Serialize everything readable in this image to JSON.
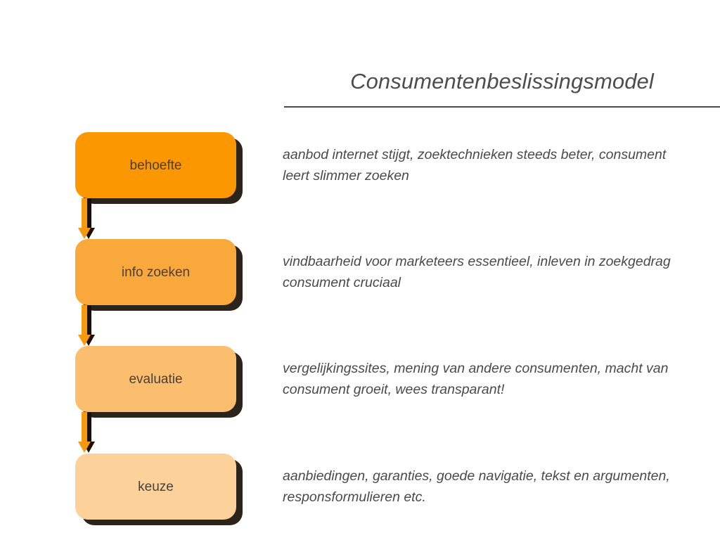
{
  "slide": {
    "title": "Consumentenbeslissingsmodel",
    "background_color": "#ffffff",
    "rule_color": "#4a4a4a",
    "title_color": "#4d4d4d",
    "text_color": "#4a4a4a",
    "shadow_color": "#1a1008",
    "arrow_color": "#f59a10"
  },
  "steps": [
    {
      "label": "behoefte",
      "color": "#fb9700",
      "note": "aanbod internet stijgt, zoektechnieken steeds beter, consument leert slimmer zoeken"
    },
    {
      "label": "info zoeken",
      "color": "#f9a83c",
      "note": "vindbaarheid voor marketeers essentieel, inleven in zoekgedrag consument cruciaal"
    },
    {
      "label": "evaluatie",
      "color": "#fbbe6e",
      "note": "vergelijkingssites, mening van andere consumenten, macht van consument groeit, wees transparant!"
    },
    {
      "label": "keuze",
      "color": "#fcd29a",
      "note": "aanbiedingen, garanties, goede navigatie, tekst en argumenten, responsformulieren etc."
    }
  ],
  "connectors": [
    {
      "name": "arrow-behoefte-to-info-zoeken"
    },
    {
      "name": "arrow-info-zoeken-to-evaluatie"
    },
    {
      "name": "arrow-evaluatie-to-keuze"
    }
  ]
}
